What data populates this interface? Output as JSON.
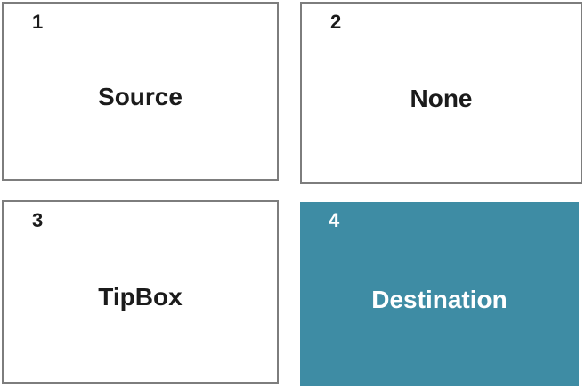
{
  "boxes": [
    {
      "number": "1",
      "label": "Source",
      "selected": false
    },
    {
      "number": "2",
      "label": "None",
      "selected": false
    },
    {
      "number": "3",
      "label": "TipBox",
      "selected": false
    },
    {
      "number": "4",
      "label": "Destination",
      "selected": true
    }
  ],
  "colors": {
    "box_border": "#7d7d7d",
    "selected_fill": "#3e8ca4",
    "text_dark": "#1b1b1b",
    "text_light": "#ffffff",
    "page_bg": "#ffffff"
  }
}
